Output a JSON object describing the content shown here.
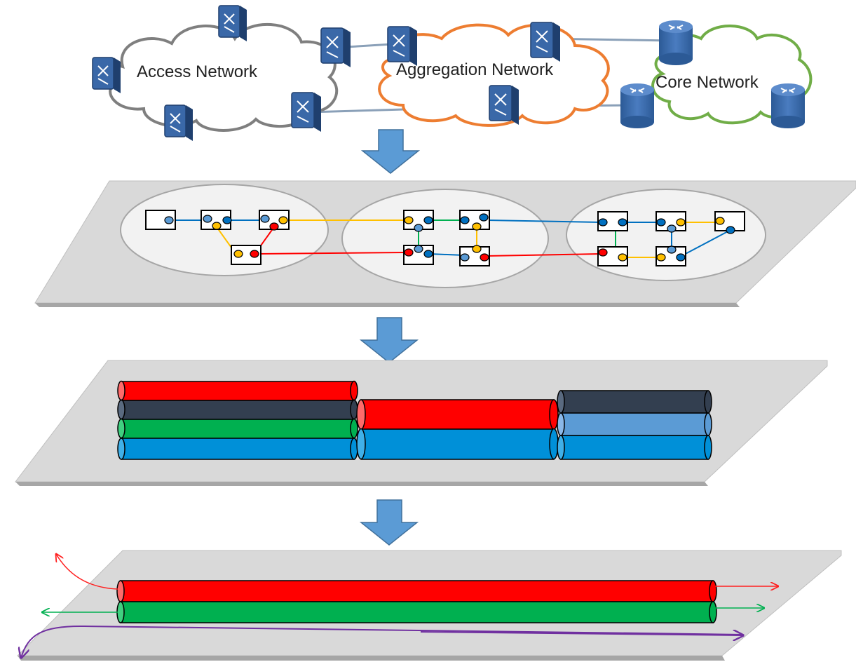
{
  "top_network": {
    "labels": {
      "access": "Access Network",
      "aggregation": "Aggregation Network",
      "core": "Core Network"
    }
  },
  "colors": {
    "red": "#ff0000",
    "dark": "#333f50",
    "green": "#00b050",
    "blue": "#0090d8",
    "light_blue": "#5b9bd5",
    "yellow": "#ffc000",
    "purple": "#7030a0",
    "arrow": "#5b9bd5",
    "plane": "#d9d9d9",
    "device": "#3a68a8"
  }
}
